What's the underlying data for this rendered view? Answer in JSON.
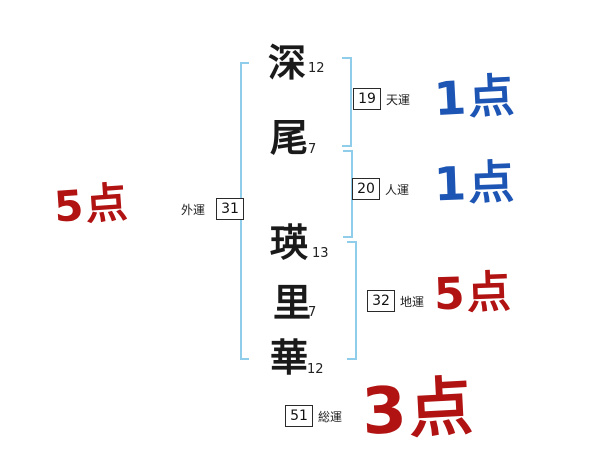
{
  "chart": {
    "characters": [
      {
        "glyph": "深",
        "strokes": "12"
      },
      {
        "glyph": "尾",
        "strokes": "7"
      },
      {
        "glyph": "瑛",
        "strokes": "13"
      },
      {
        "glyph": "里",
        "strokes": "7"
      },
      {
        "glyph": "華",
        "strokes": "12"
      }
    ],
    "fortunes": {
      "tenun": {
        "label": "天運",
        "value": "19",
        "score": "1点",
        "score_color": "blue"
      },
      "jinun": {
        "label": "人運",
        "value": "20",
        "score": "1点",
        "score_color": "blue"
      },
      "chiun": {
        "label": "地運",
        "value": "32",
        "score": "5点",
        "score_color": "red"
      },
      "gaiun": {
        "label": "外運",
        "value": "31",
        "score": "5点",
        "score_color": "red"
      },
      "souun": {
        "label": "総運",
        "value": "51",
        "score": "3点",
        "score_color": "red"
      }
    },
    "colors": {
      "score_red": "#b11212",
      "score_blue": "#1d55b4",
      "bracket_blue": "#8fcdea"
    }
  }
}
